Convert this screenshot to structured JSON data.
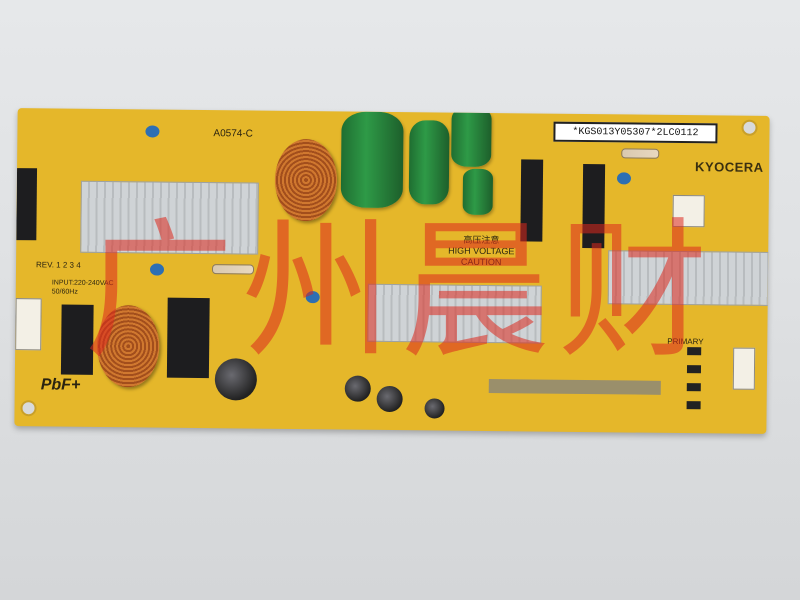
{
  "board": {
    "label_sticker": "*KGS013Y05307*2LC0112",
    "brand": "KYOCERA",
    "model": "A0574-C",
    "high_voltage": [
      "高压注意",
      "HIGH VOLTAGE",
      "CAUTION"
    ],
    "primary": "PRIMARY",
    "rev": "REV. 1 2 3 4",
    "input": [
      "INPUT:220-240VAC",
      "50/60Hz"
    ],
    "pbf_mark": "PbF+"
  },
  "watermark": "广州晨财",
  "colors": {
    "board": "#e5b72a",
    "watermark": "#dc281e",
    "capacitor": "#2e9a47",
    "background": "#e0e2e4"
  }
}
